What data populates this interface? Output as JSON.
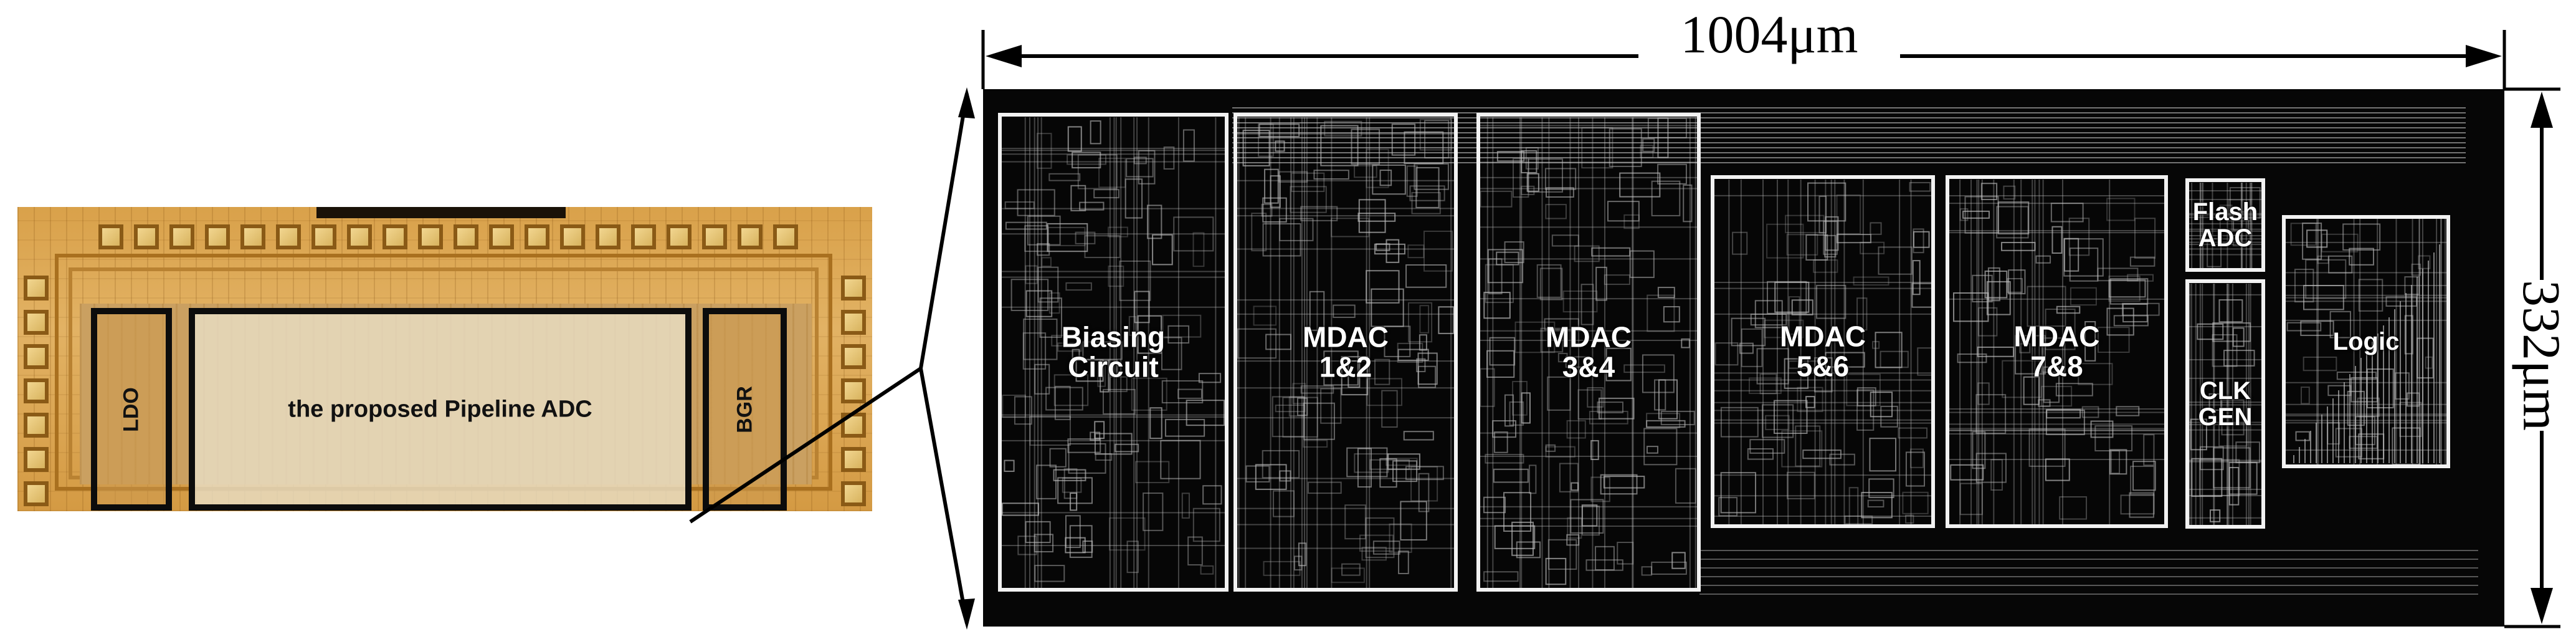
{
  "die_photo": {
    "blocks": {
      "ldo": "LDO",
      "pipeline": "the proposed Pipeline ADC",
      "bgr": "BGR"
    }
  },
  "layout": {
    "width_dimension": "1004μm",
    "height_dimension": "332μm",
    "blocks": {
      "biasing": "Biasing\nCircuit",
      "mdac12": "MDAC\n1&2",
      "mdac34": "MDAC\n3&4",
      "mdac56": "MDAC\n5&6",
      "mdac78": "MDAC\n7&8",
      "flash": "Flash\nADC",
      "clk": "CLK\nGEN",
      "logic": "Logic"
    }
  },
  "colors": {
    "die_copper": "#d9a14a",
    "layout_background": "#060606",
    "outline": "#0c0c0c",
    "layout_box": "#f2f2f2"
  }
}
